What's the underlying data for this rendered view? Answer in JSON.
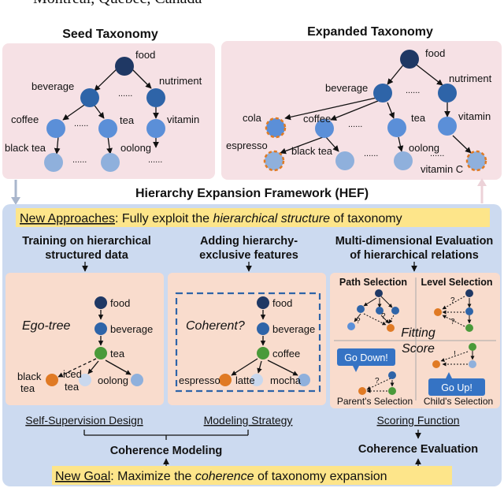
{
  "header_text": "Montréal, Québec, Canada",
  "seed_taxonomy": {
    "title": "Seed Taxonomy",
    "labels": {
      "food": "food",
      "beverage": "beverage",
      "nutriment": "nutriment",
      "coffee": "coffee",
      "tea": "tea",
      "vitamin": "vitamin",
      "black_tea": "black tea",
      "oolong": "oolong"
    },
    "dots": "......"
  },
  "expanded_taxonomy": {
    "title": "Expanded Taxonomy",
    "labels": {
      "food": "food",
      "beverage": "beverage",
      "nutriment": "nutriment",
      "cola": "cola",
      "coffee": "coffee",
      "tea": "tea",
      "vitamin": "vitamin",
      "espresso": "espresso",
      "black_tea": "black tea",
      "oolong": "oolong",
      "vitamin_c": "vitamin C"
    },
    "dots": "......"
  },
  "framework_title": "Hierarchy Expansion Framework (HEF)",
  "new_approaches": {
    "label": "New Approaches",
    "colon": ": Fully exploit the ",
    "emphasis": "hierarchical structure",
    "suffix": " of taxonomy"
  },
  "columns": {
    "training_line1": "Training on hierarchical",
    "training_line2": "structured data",
    "adding_line1": "Adding hierarchy-",
    "adding_line2": "exclusive features",
    "multi_line1": "Multi-dimensional Evaluation",
    "multi_line2": "of hierarchical relations"
  },
  "ego_panel": {
    "title": "Ego-tree",
    "labels": {
      "food": "food",
      "beverage": "beverage",
      "tea": "tea",
      "black": "black",
      "black2": "tea",
      "iced": "iced",
      "iced2": "tea",
      "oolong": "oolong"
    }
  },
  "coherent_panel": {
    "title": "Coherent?",
    "labels": {
      "food": "food",
      "beverage": "beverage",
      "coffee": "coffee",
      "espresso": "espresso",
      "latte": "latte",
      "mocha": "mocha"
    }
  },
  "scoring_panel": {
    "path_selection": "Path Selection",
    "level_selection": "Level Selection",
    "fitting": "Fitting",
    "score": "Score",
    "go_down": "Go Down!",
    "go_up": "Go Up!",
    "parents_selection": "Parent's Selection",
    "childs_selection": "Child's Selection",
    "q": "?",
    "bang": "!"
  },
  "footer_labels": {
    "self_supervision": "Self-Supervision Design",
    "modeling_strategy": "Modeling Strategy",
    "scoring_function": "Scoring Function",
    "coherence_modeling": "Coherence Modeling",
    "coherence_evaluation": "Coherence Evaluation"
  },
  "new_goal": {
    "label": "New Goal",
    "prefix": ": Maximize the ",
    "emphasis": "coherence",
    "suffix": " of taxonomy expansion"
  },
  "colors": {
    "panel_pink": "#f6e1e5",
    "framework_blue": "#ccdaf0",
    "sub_panel": "#f9dccd",
    "highlight": "#fde58a",
    "dark_node": "#1f3864",
    "mid_node": "#2e64a8",
    "light_node": "#5b8fd8",
    "pale_node": "#8fb0dc",
    "green_node": "#4a9a3a",
    "orange_node": "#e07a24",
    "speech": "#3573c4"
  }
}
